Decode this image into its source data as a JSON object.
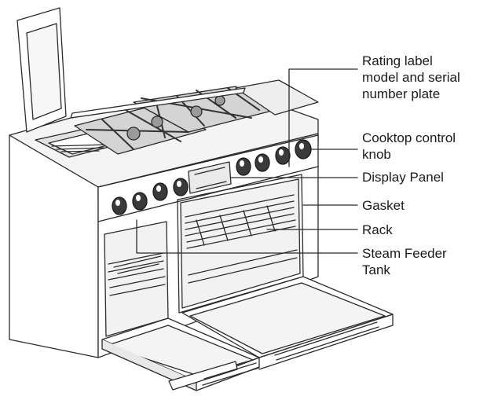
{
  "diagram": {
    "callouts": [
      {
        "id": "rating-label",
        "lines": [
          "Rating label",
          "model and serial",
          "number plate"
        ]
      },
      {
        "id": "cooktop-knob",
        "lines": [
          "Cooktop control",
          "knob"
        ]
      },
      {
        "id": "display-panel",
        "lines": [
          "Display Panel"
        ]
      },
      {
        "id": "gasket",
        "lines": [
          "Gasket"
        ]
      },
      {
        "id": "rack",
        "lines": [
          "Rack"
        ]
      },
      {
        "id": "steam-feeder",
        "lines": [
          "Steam Feeder",
          "Tank"
        ]
      }
    ]
  },
  "colors": {
    "line": "#2b2b2b",
    "fill": "#ffffff",
    "shade": "#dcdcdc",
    "dark": "#3a3a3a"
  }
}
